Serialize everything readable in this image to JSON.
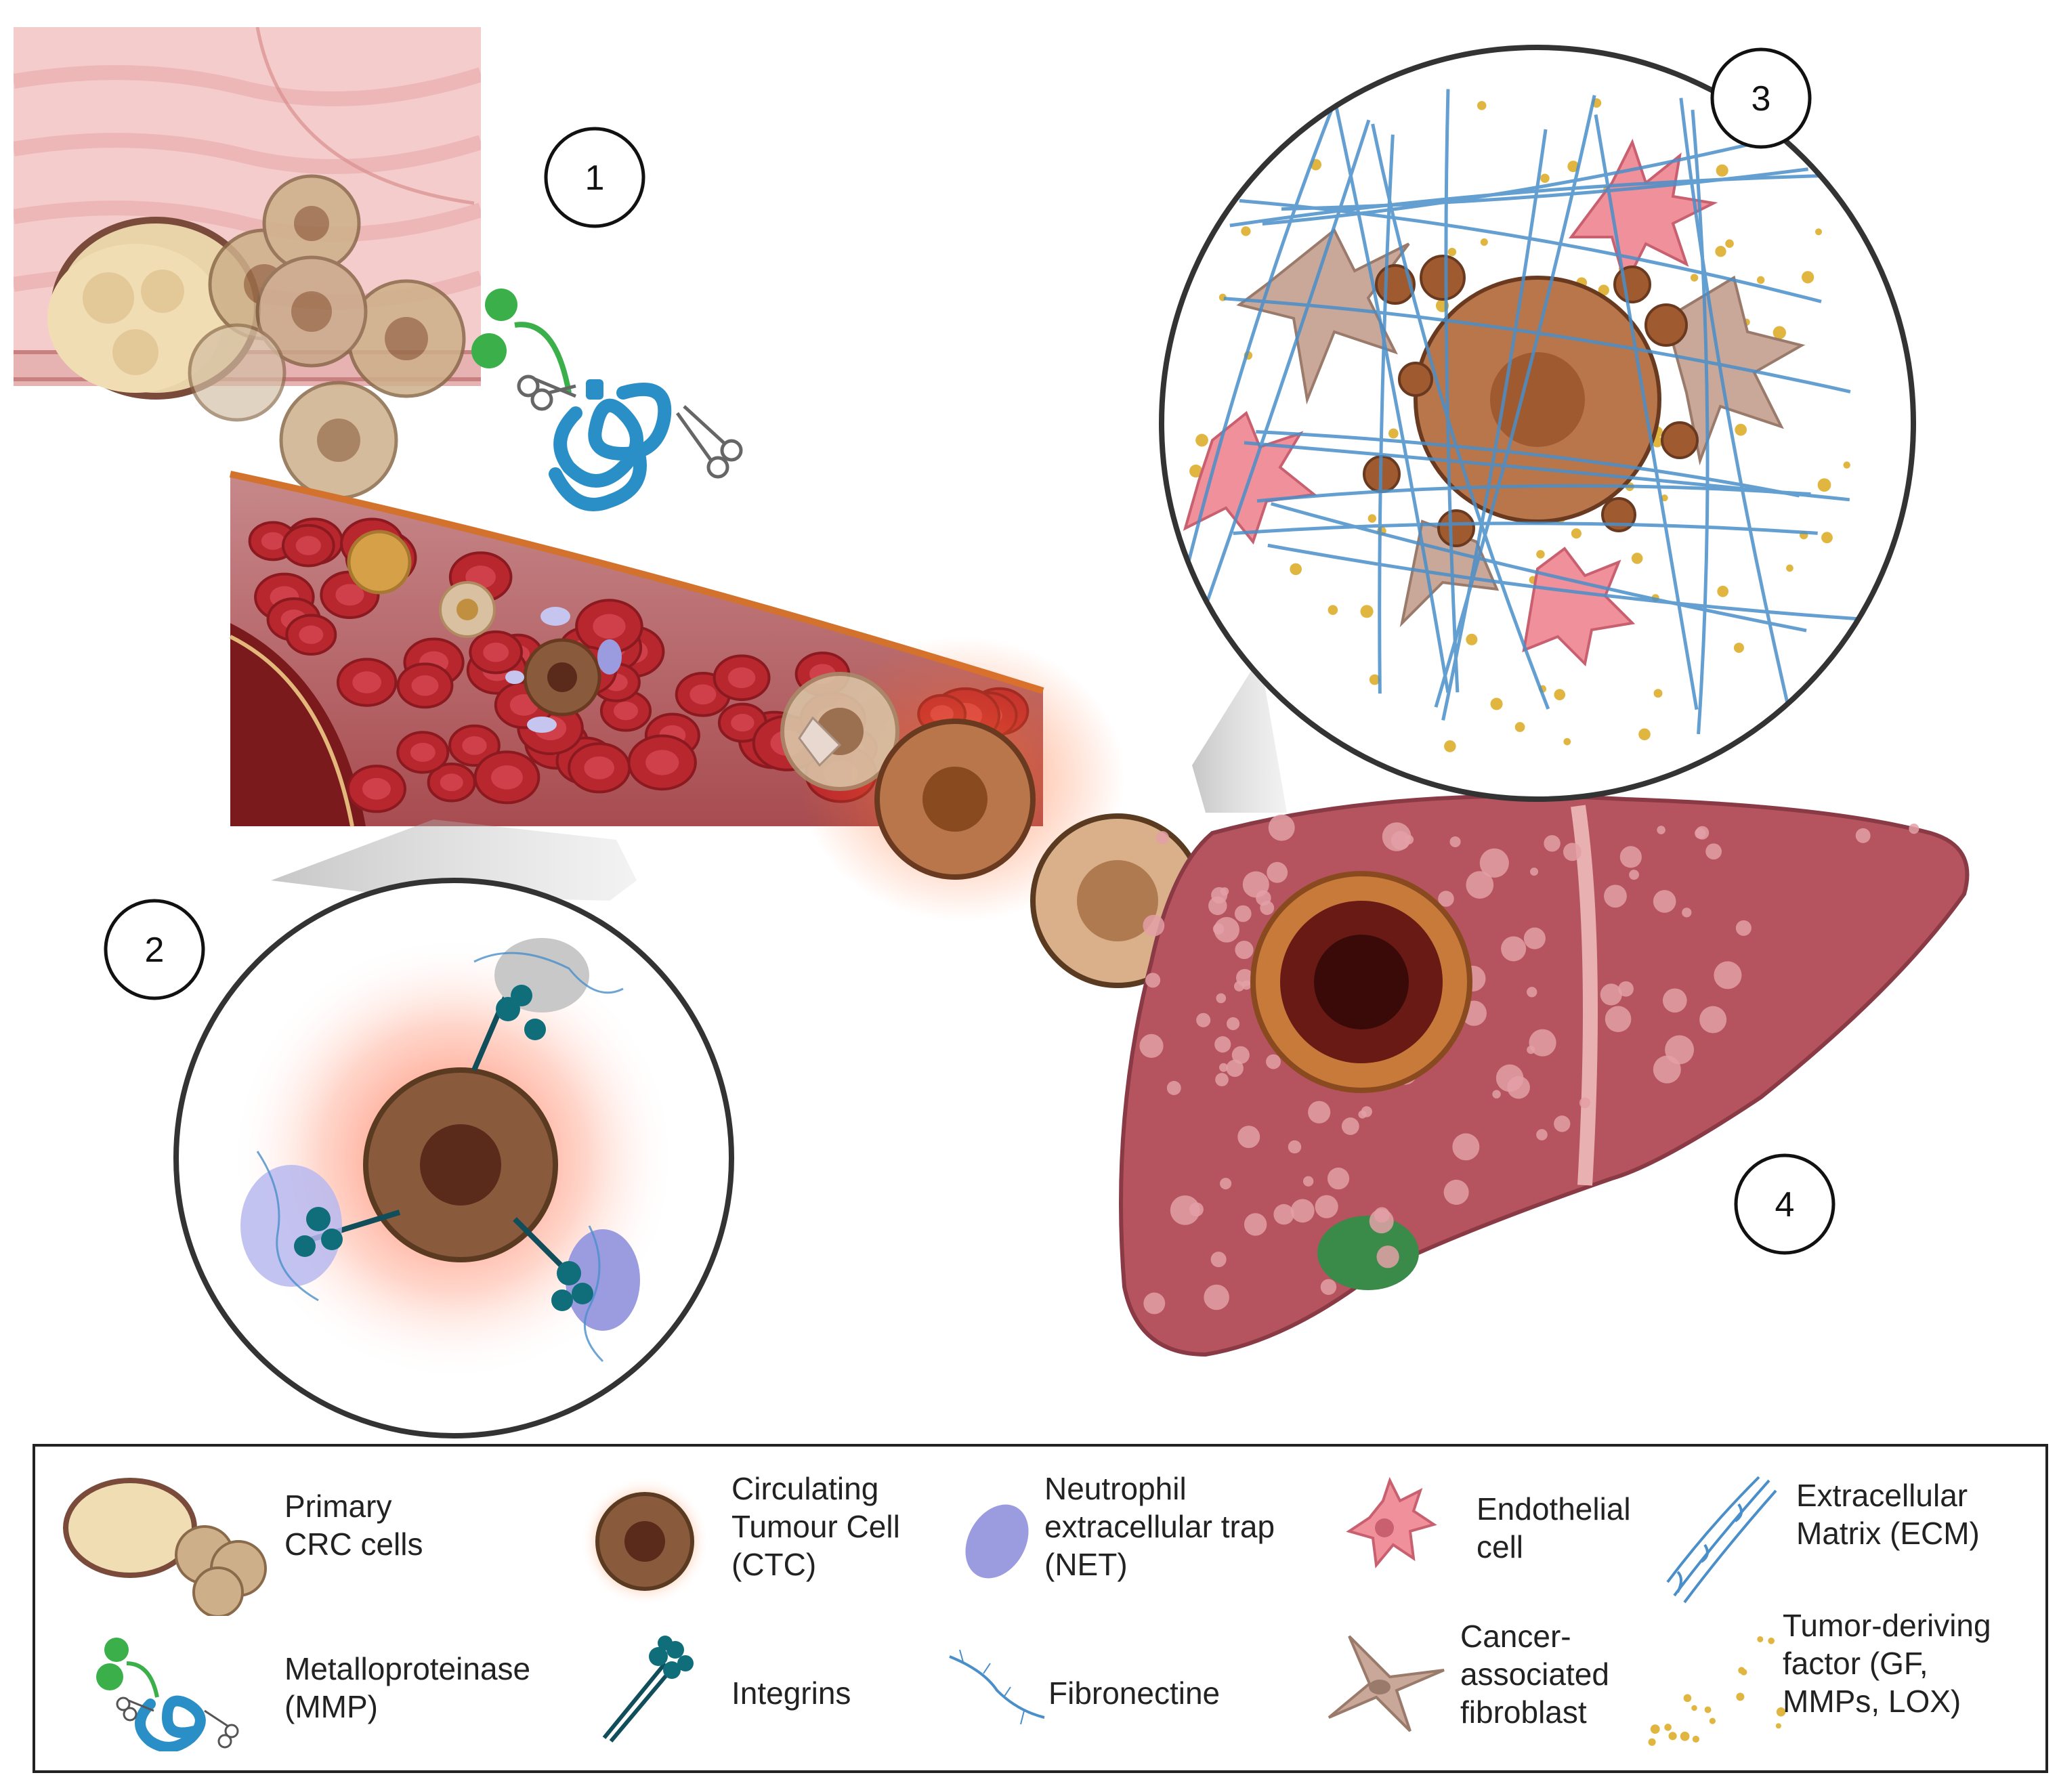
{
  "steps": [
    "1",
    "2",
    "3",
    "4"
  ],
  "legend": {
    "primary_crc": "Primary\nCRC cells",
    "ctc": "Circulating\nTumour Cell\n(CTC)",
    "net": "Neutrophil\nextracellular trap\n(NET)",
    "endothelial": "Endothelial\ncell",
    "ecm": "Extracellular\nMatrix (ECM)",
    "mmp": "Metalloproteinase\n(MMP)",
    "integrins": "Integrins",
    "fibronectine": "Fibronectine",
    "caf": "Cancer-\nassociated\nfibroblast",
    "tumor_factor": "Tumor-deriving\nfactor (GF,\nMMPs, LOX)"
  },
  "colors": {
    "intestine": "#f2c4c4",
    "vessel_wall": "#7a1a1c",
    "blood_cell": "#b8262e",
    "ctc": "#8a5a3c",
    "liver": "#b5545e",
    "fibronectine": "#4a8fc9",
    "integrin": "#0f6e7a",
    "mmp_blue": "#2a8fc6",
    "mmp_green": "#3bb04a",
    "endothelial": "#f0909a",
    "caf": "#c9a89a",
    "tumor_factor": "#e0b640",
    "net": "#9b9be0"
  }
}
